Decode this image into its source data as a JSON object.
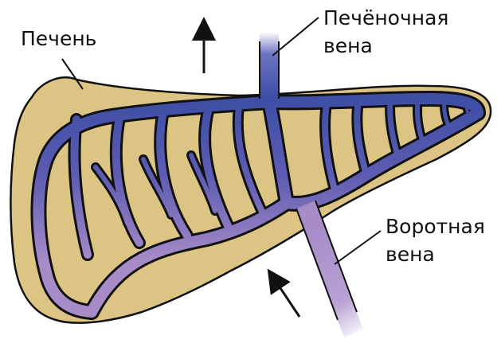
{
  "labels": {
    "liver": "Печень",
    "hepatic_vein_line1": "Печёночная",
    "hepatic_vein_line2": "вена",
    "portal_vein_line1": "Воротная",
    "portal_vein_line2": "вена"
  },
  "colors": {
    "liver_fill": "#DCC584",
    "hepatic_blue": "#3F4FA6",
    "portal_purple": "#A88CC8",
    "outline": "#111111"
  },
  "icons": {
    "outflow_arrow": "arrow-up-icon",
    "inflow_arrow": "arrow-up-left-icon"
  }
}
